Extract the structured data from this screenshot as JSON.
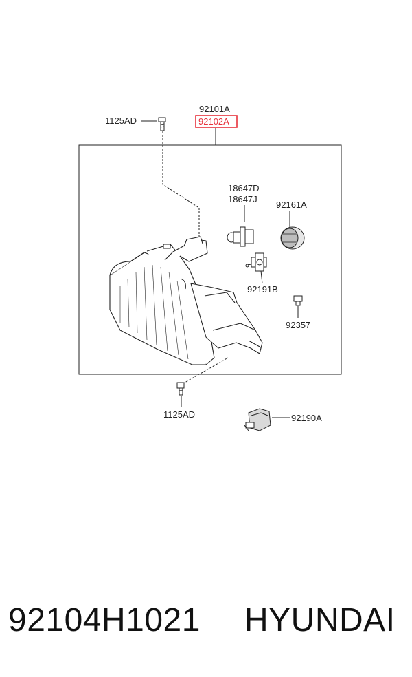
{
  "diagram": {
    "labels": {
      "bolt_top": "1125AD",
      "assembly_a": "92101A",
      "assembly_b": "92102A",
      "bulb_d": "18647D",
      "bulb_j": "18647J",
      "cap": "92161A",
      "socket": "92191B",
      "screw": "92357",
      "bolt_bottom": "1125AD",
      "actuator": "92190A"
    },
    "highlight_color": "#e8323c"
  },
  "caption": {
    "part_number": "92104H1021",
    "brand": "HYUNDAI"
  }
}
